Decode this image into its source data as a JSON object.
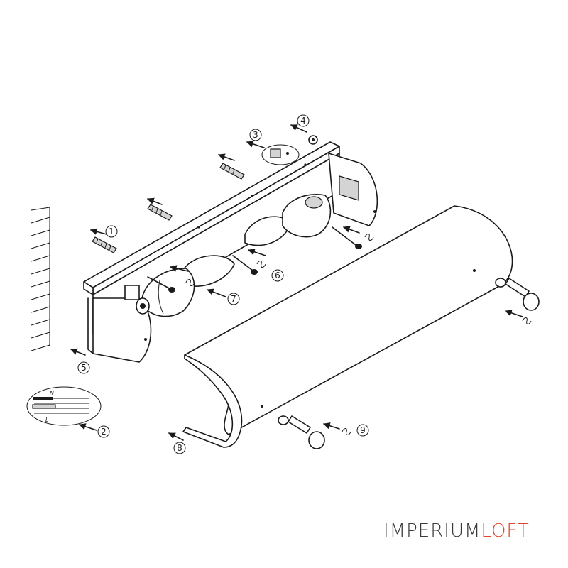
{
  "callouts": [
    "1",
    "2",
    "3",
    "4",
    "5",
    "6",
    "7",
    "8",
    "9"
  ],
  "wiring": {
    "n_label": "N",
    "l_label": "L"
  },
  "brand": {
    "part1": "IMPERIUM",
    "part2": "LOFT",
    "accent_color": "#e0472a"
  }
}
